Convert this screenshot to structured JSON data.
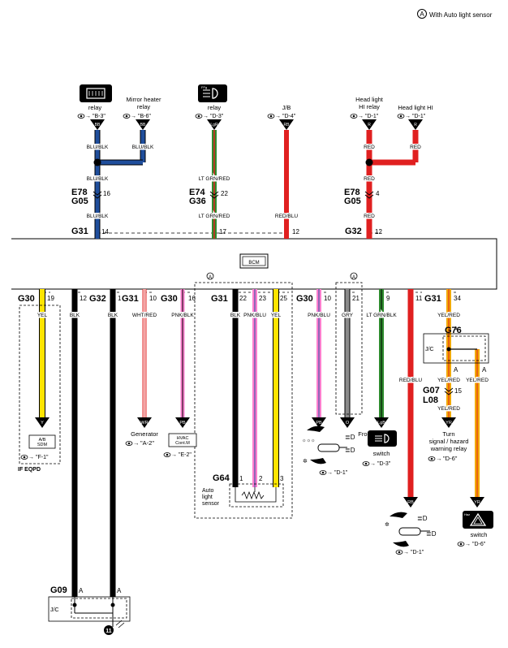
{
  "legend": {
    "symbol": "A",
    "text": "With Auto light sensor"
  },
  "colors": {
    "blu": "#1f4e9c",
    "grn": "#2e8b2e",
    "red": "#e02020",
    "ylw": "#ffe400",
    "pnk": "#ff7fcf",
    "gry": "#8a8a8a",
    "org": "#f2a900",
    "blk": "#000000",
    "wht": "#ffffff"
  },
  "top_components": [
    {
      "label": "relay",
      "ref": "\"B-3\"",
      "term": "BB",
      "icon": "rear-defogger-icon"
    },
    {
      "label": "Mirror heater\nrelay",
      "ref": "\"B-6\"",
      "term": "BB",
      "icon": ""
    },
    {
      "label": "relay",
      "ref": "\"D-3\"",
      "term": "LgR",
      "icon": "front-fog-icon"
    },
    {
      "label": "J/B",
      "ref": "\"D-4\"",
      "term": "RB",
      "icon": ""
    },
    {
      "label": "Head light\nHI relay",
      "ref": "\"D-1\"",
      "term": "R",
      "icon": ""
    },
    {
      "label": "Head light HI",
      "ref": "\"D-1\"",
      "term": "R",
      "icon": ""
    }
  ],
  "wire_labels": {
    "blu_blk": "BLU/BLK",
    "lt_grn_red": "LT GRN/RED",
    "red_blu": "RED/BLU",
    "red": "RED",
    "yel": "YEL",
    "blk": "BLK",
    "wht_red": "WHT/RED",
    "pnk_blk": "PNK/BLK",
    "pnk_blu": "PNK/BLU",
    "gry": "GRY",
    "lt_grn_blk": "LT GRN/BLK",
    "yel_red": "YEL/RED"
  },
  "connectors": {
    "E78": "E78",
    "G05": "G05",
    "E74": "E74",
    "G36": "G36",
    "G31": "G31",
    "G32": "G32",
    "G30": "G30",
    "G76": "G76",
    "G07": "G07",
    "L08": "L08",
    "G64": "G64",
    "G09": "G09"
  },
  "pins": {
    "p16": "16",
    "p22": "22",
    "p4": "4",
    "p14": "14",
    "p17": "17",
    "p12": "12",
    "p19": "19",
    "p1": "1",
    "p10": "10",
    "p23": "23",
    "p25": "25",
    "p21": "21",
    "p9": "9",
    "p11": "11",
    "p34": "34",
    "p15": "15",
    "p2": "2",
    "p3": "3",
    "pA": "A"
  },
  "bcm": "BCM",
  "bottom_components": {
    "ab_sdm": "A/B\nSDM",
    "ab_ref": "\"F-1\"",
    "if_eqpd": "IF EQPD",
    "generator": "Generator",
    "generator_ref": "\"A-2\"",
    "hvac": "HVAC\nCont.M",
    "hvac_ref": "\"E-2\"",
    "auto_light": "Auto\nlight\nsensor",
    "combi_ref": "\"D-1\"",
    "front_fog": "Front",
    "front_fog_switch": "switch",
    "front_fog_ref": "\"D-3\"",
    "dimmer_ref": "\"D-1\"",
    "turn_relay": "Turn\nsignal / hazard\nwarning relay",
    "turn_ref": "\"D-6\"",
    "hazard_switch": "switch",
    "hazard_ref": "\"D-6\"",
    "jc": "J/C",
    "ground": "11"
  },
  "terminals": {
    "y": "Y",
    "wr": "WR",
    "pb": "PB",
    "o": "O",
    "lgb": "LgB",
    "rb": "RB",
    "yr": "YR"
  }
}
